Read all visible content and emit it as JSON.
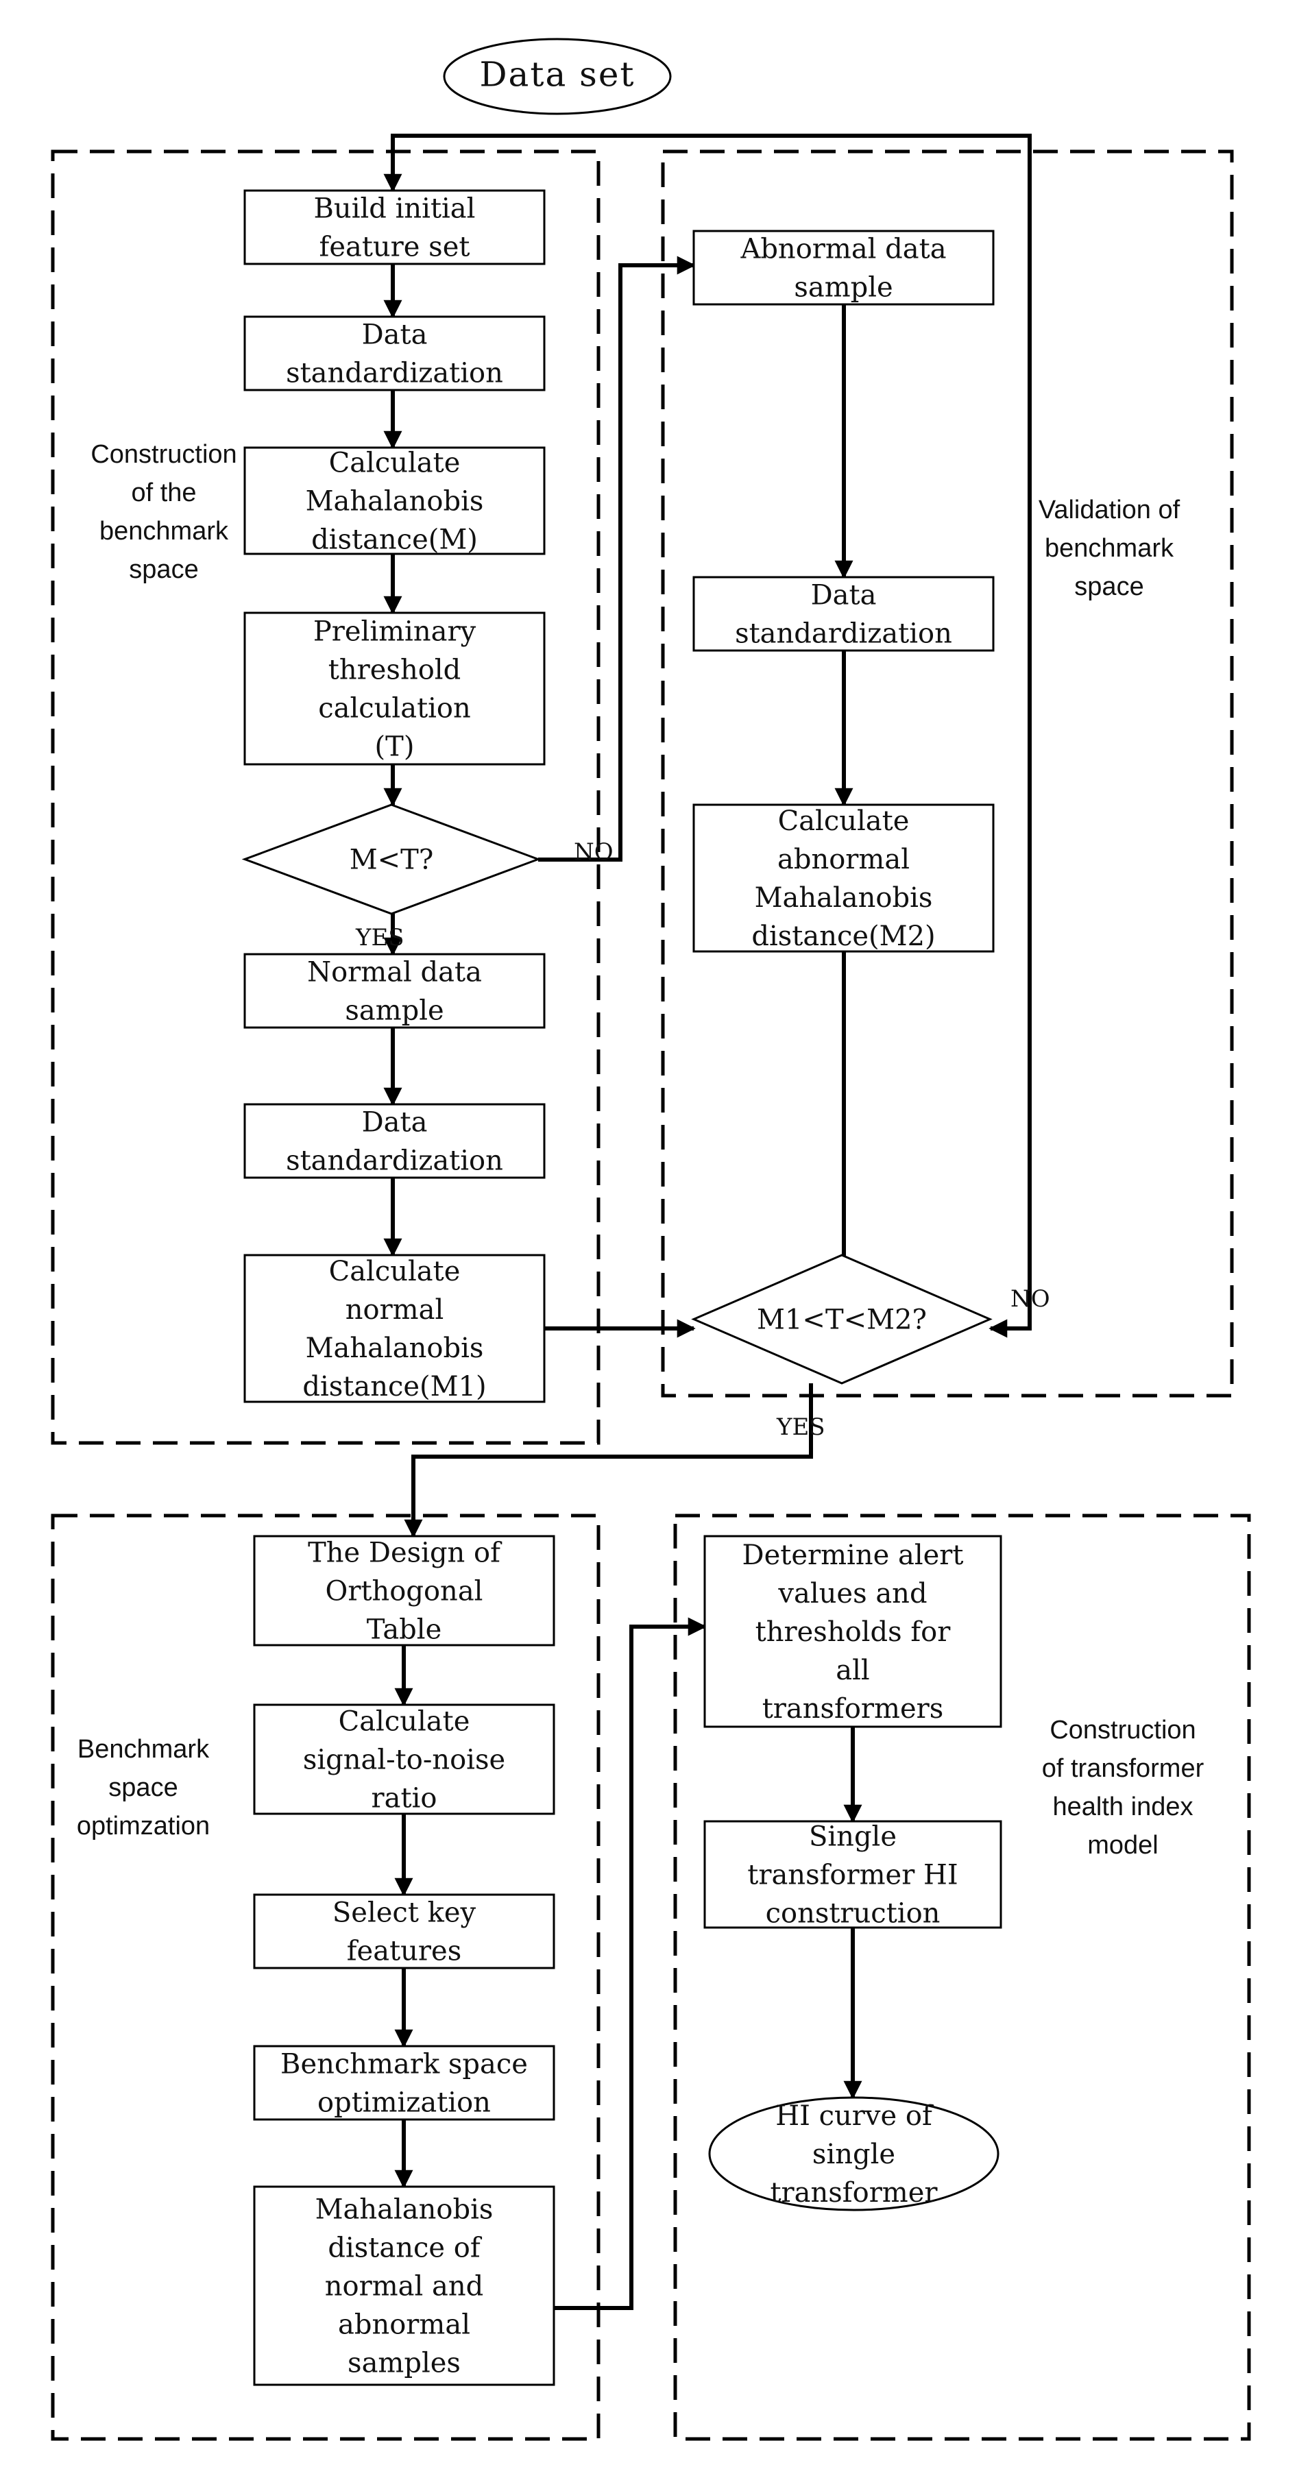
{
  "groups": [
    {
      "id": "g1",
      "label": [
        "Construction",
        "of the",
        "benchmark",
        "space"
      ]
    },
    {
      "id": "g2",
      "label": [
        "Validation of",
        "benchmark",
        "space"
      ]
    },
    {
      "id": "g3",
      "label": [
        "Benchmark",
        "space",
        "optimzation"
      ]
    },
    {
      "id": "g4",
      "label": [
        "Construction",
        "of transformer",
        "health index",
        "model"
      ]
    }
  ],
  "nodes": [
    {
      "id": "dataset",
      "type": "terminal",
      "lines": [
        "Data set"
      ]
    },
    {
      "id": "n1",
      "type": "process",
      "lines": [
        "Build initial",
        "feature set"
      ]
    },
    {
      "id": "n2",
      "type": "process",
      "lines": [
        "Data",
        "standardization"
      ]
    },
    {
      "id": "n3",
      "type": "process",
      "lines": [
        "Calculate",
        "Mahalanobis",
        "distance(M)"
      ]
    },
    {
      "id": "n4",
      "type": "process",
      "lines": [
        "Preliminary",
        "threshold",
        "calculation",
        "(T)"
      ]
    },
    {
      "id": "d1",
      "type": "decision",
      "lines": [
        "M<T?"
      ]
    },
    {
      "id": "n5",
      "type": "process",
      "lines": [
        "Normal data",
        "sample"
      ]
    },
    {
      "id": "n6",
      "type": "process",
      "lines": [
        "Data",
        "standardization"
      ]
    },
    {
      "id": "n7",
      "type": "process",
      "lines": [
        "Calculate",
        "normal",
        "Mahalanobis",
        "distance(M1)"
      ]
    },
    {
      "id": "v1",
      "type": "process",
      "lines": [
        "Abnormal data",
        "sample"
      ]
    },
    {
      "id": "v2",
      "type": "process",
      "lines": [
        "Data",
        "standardization"
      ]
    },
    {
      "id": "v3",
      "type": "process",
      "lines": [
        "Calculate",
        "abnormal",
        "Mahalanobis",
        "distance(M2)"
      ]
    },
    {
      "id": "d2",
      "type": "decision",
      "lines": [
        "M1<T<M2?"
      ]
    },
    {
      "id": "o1",
      "type": "process",
      "lines": [
        "The Design of",
        "Orthogonal",
        "Table"
      ]
    },
    {
      "id": "o2",
      "type": "process",
      "lines": [
        "Calculate",
        "signal-to-noise",
        "ratio"
      ]
    },
    {
      "id": "o3",
      "type": "process",
      "lines": [
        "Select key",
        "features"
      ]
    },
    {
      "id": "o4",
      "type": "process",
      "lines": [
        "Benchmark space",
        "optimization"
      ]
    },
    {
      "id": "o5",
      "type": "process",
      "lines": [
        "Mahalanobis",
        "distance of",
        "normal and",
        "abnormal",
        "samples"
      ]
    },
    {
      "id": "h1",
      "type": "process",
      "lines": [
        "Determine alert",
        "values and",
        "thresholds for",
        "all",
        "transformers"
      ]
    },
    {
      "id": "h2",
      "type": "process",
      "lines": [
        "Single",
        "transformer HI",
        "construction"
      ]
    },
    {
      "id": "h3",
      "type": "terminal",
      "lines": [
        "HI curve of",
        "single",
        "transformer"
      ]
    }
  ],
  "edges": [
    {
      "from": "dataset",
      "to": "n1",
      "label": ""
    },
    {
      "from": "dataset",
      "to": "d2",
      "label": ""
    },
    {
      "from": "n1",
      "to": "n2",
      "label": ""
    },
    {
      "from": "n2",
      "to": "n3",
      "label": ""
    },
    {
      "from": "n3",
      "to": "n4",
      "label": ""
    },
    {
      "from": "n4",
      "to": "d1",
      "label": ""
    },
    {
      "from": "d1",
      "to": "n5",
      "label": "YES"
    },
    {
      "from": "d1",
      "to": "v1",
      "label": "NO"
    },
    {
      "from": "n5",
      "to": "n6",
      "label": ""
    },
    {
      "from": "n6",
      "to": "n7",
      "label": ""
    },
    {
      "from": "n7",
      "to": "d2",
      "label": ""
    },
    {
      "from": "v1",
      "to": "v2",
      "label": ""
    },
    {
      "from": "v2",
      "to": "v3",
      "label": ""
    },
    {
      "from": "v3",
      "to": "d2",
      "label": ""
    },
    {
      "from": "d2",
      "to": "o1",
      "label": "YES"
    },
    {
      "from": "d2",
      "to": "dataset",
      "label": "NO"
    },
    {
      "from": "o1",
      "to": "o2",
      "label": ""
    },
    {
      "from": "o2",
      "to": "o3",
      "label": ""
    },
    {
      "from": "o3",
      "to": "o4",
      "label": ""
    },
    {
      "from": "o4",
      "to": "o5",
      "label": ""
    },
    {
      "from": "o5",
      "to": "h1",
      "label": ""
    },
    {
      "from": "h1",
      "to": "h2",
      "label": ""
    },
    {
      "from": "h2",
      "to": "h3",
      "label": ""
    }
  ]
}
